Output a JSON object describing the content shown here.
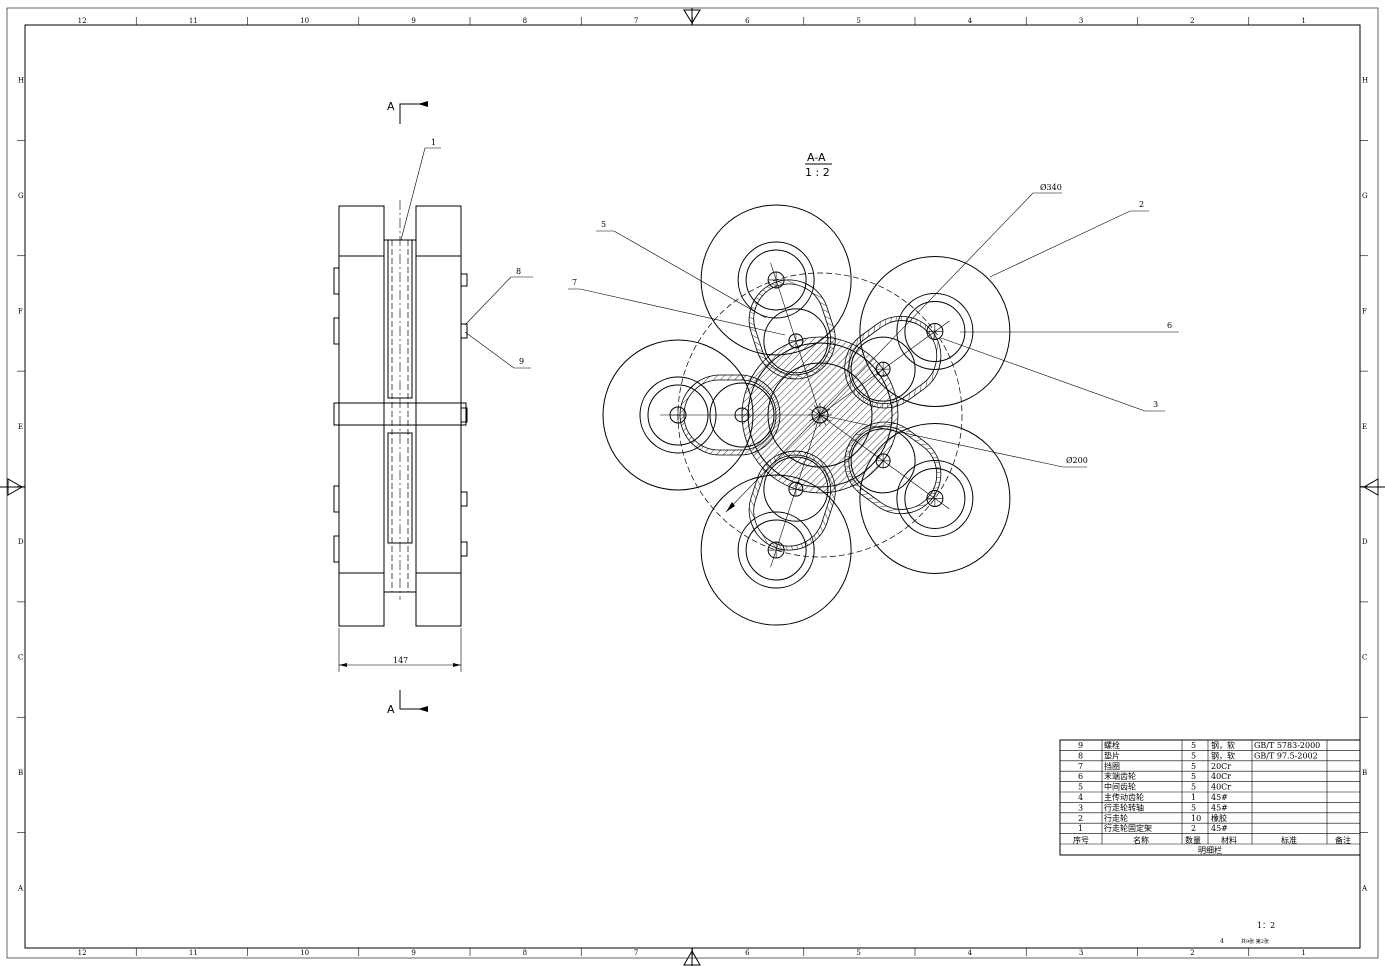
{
  "border": {
    "columns": [
      "12",
      "11",
      "10",
      "9",
      "8",
      "7",
      "6",
      "5",
      "4",
      "3",
      "2",
      "1"
    ],
    "rows": [
      "H",
      "G",
      "F",
      "E",
      "D",
      "C",
      "B",
      "A"
    ]
  },
  "side_view": {
    "section_marker_top": "A",
    "section_marker_bottom": "A",
    "width_dimension": "147",
    "balloons": [
      "1",
      "8",
      "9"
    ]
  },
  "section_view": {
    "section_title": "A-A",
    "scale": "1 : 2",
    "dim_outer": "Ø340",
    "dim_inner": "Ø200",
    "balloons": [
      "5",
      "7",
      "2",
      "6",
      "3"
    ]
  },
  "bom": {
    "headers": {
      "index": "序号",
      "name": "名称",
      "qty": "数量",
      "material": "材料",
      "standard": "标准",
      "remark": "备注"
    },
    "caption": "明细栏",
    "rows": [
      {
        "index": "9",
        "name": "螺栓",
        "qty": "5",
        "material": "钢，软",
        "standard": "GB/T 5783-2000"
      },
      {
        "index": "8",
        "name": "垫片",
        "qty": "5",
        "material": "钢，软",
        "standard": "GB/T 97.5-2002"
      },
      {
        "index": "7",
        "name": "挡圈",
        "qty": "5",
        "material": "20Cr",
        "standard": ""
      },
      {
        "index": "6",
        "name": "末端齿轮",
        "qty": "5",
        "material": "40Cr",
        "standard": ""
      },
      {
        "index": "5",
        "name": "中间齿轮",
        "qty": "5",
        "material": "40Cr",
        "standard": ""
      },
      {
        "index": "4",
        "name": "主传动齿轮",
        "qty": "1",
        "material": "45#",
        "standard": ""
      },
      {
        "index": "3",
        "name": "行走轮转轴",
        "qty": "5",
        "material": "45#",
        "standard": ""
      },
      {
        "index": "2",
        "name": "行走轮",
        "qty": "10",
        "material": "橡胶",
        "standard": ""
      },
      {
        "index": "1",
        "name": "行走轮固定架",
        "qty": "2",
        "material": "45#",
        "standard": ""
      }
    ]
  },
  "title_block": {
    "scale": "1：2",
    "sheet_no": "4",
    "sheets": "共9张 第2张"
  }
}
